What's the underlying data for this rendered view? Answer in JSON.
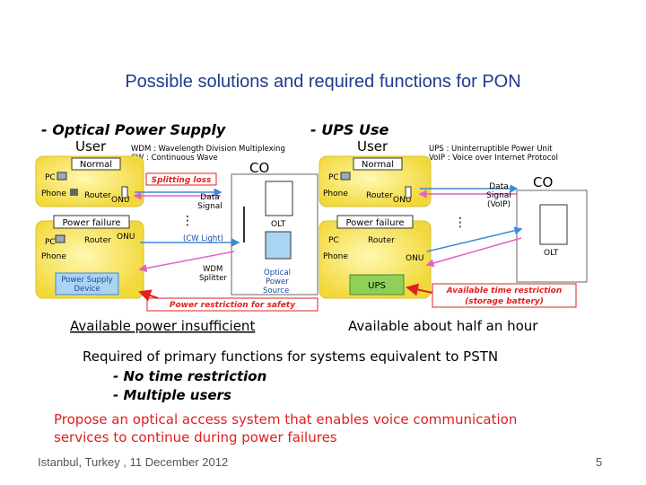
{
  "title": "Possible solutions and required functions for PON",
  "left_panel": {
    "heading": "- Optical Power Supply",
    "user": "User",
    "normal": "Normal",
    "co": "CO",
    "wdm_legend_1": "WDM : Wavelength Division Multiplexing",
    "wdm_legend_2": "CW : Continuous Wave",
    "pc": "PC",
    "phone": "Phone",
    "router": "Router",
    "onu": "ONU",
    "splitting_loss": "Splitting loss",
    "data": "Data",
    "signal": "Signal",
    "olt": "OLT",
    "power_failure": "Power failure",
    "cw_light": "(CW Light)",
    "wdm": "WDM",
    "splitter": "Splitter",
    "optical": "Optical",
    "power": "Power",
    "source": "Source",
    "power_supply": "Power Supply",
    "device": "Device",
    "power_restriction": "Power restriction for safety",
    "caption": "Available power insufficient"
  },
  "right_panel": {
    "heading": "- UPS Use",
    "user": "User",
    "normal": "Normal",
    "co": "CO",
    "ups_legend_1": "UPS : Uninterruptible Power Unit",
    "ups_legend_2": "VoIP : Voice over Internet Protocol",
    "pc": "PC",
    "phone": "Phone",
    "router": "Router",
    "onu": "ONU",
    "data": "Data",
    "signal": "Signal",
    "voip": "(VoIP)",
    "olt": "OLT",
    "power_failure": "Power failure",
    "ups": "UPS",
    "time_restriction_1": "Available time restriction",
    "time_restriction_2": "(storage battery)",
    "caption": "Available about half an hour"
  },
  "requirements": {
    "heading": "Required of primary functions for systems equivalent to PSTN",
    "items": [
      "- No time restriction",
      "- Multiple users"
    ]
  },
  "proposal": {
    "line1": "Propose an optical access system that enables voice communication",
    "line2": "services to continue during power failures"
  },
  "footer": "Istanbul, Turkey , 11 December 2012",
  "page_number": "5",
  "colors": {
    "title": "#1f3b8c",
    "alert_red": "#e02020",
    "user_zone_yellow": "#f5e04a",
    "callout_blue": "#a9d4f2",
    "ups_green": "#8fd05a"
  }
}
